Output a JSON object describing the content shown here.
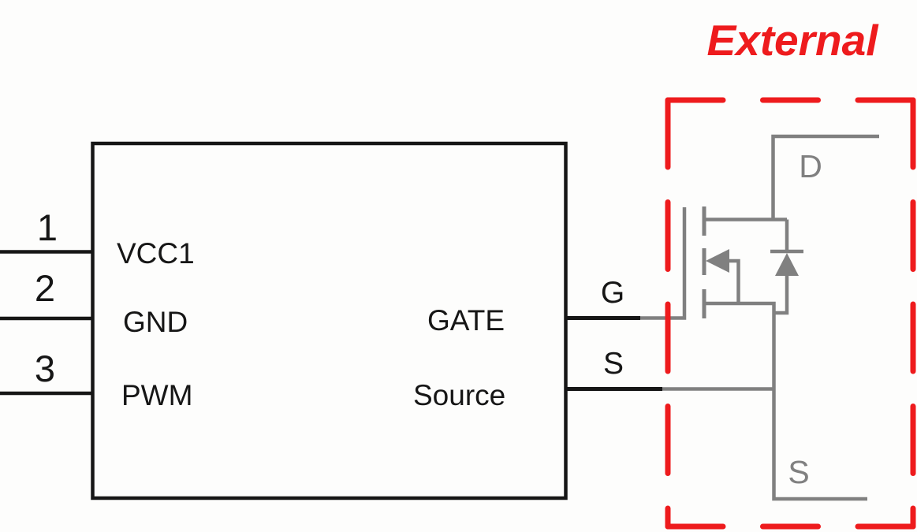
{
  "title": "External",
  "ic": {
    "pins_left": [
      {
        "number": "1",
        "name": "VCC1"
      },
      {
        "number": "2",
        "name": "GND"
      },
      {
        "number": "3",
        "name": "PWM"
      }
    ],
    "pins_right": [
      {
        "name": "GATE",
        "terminal": "G"
      },
      {
        "name": "Source",
        "terminal": "S"
      }
    ]
  },
  "mosfet": {
    "drain_label": "D",
    "source_label": "S"
  },
  "colors": {
    "black": "#161616",
    "gray": "#808080",
    "red": "#ee1b1d"
  }
}
